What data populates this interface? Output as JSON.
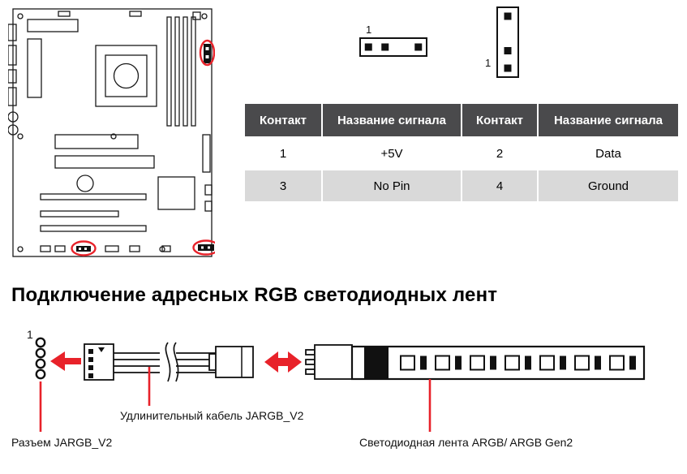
{
  "page": {
    "heading": "Подключение адресных RGB светодиодных лент"
  },
  "pin_headers": {
    "horizontal_pin1": "1",
    "vertical_pin1": "1"
  },
  "pin_table": {
    "headers": [
      "Контакт",
      "Название сигнала",
      "Контакт",
      "Название сигнала"
    ],
    "rows": [
      [
        "1",
        "+5V",
        "2",
        "Data"
      ],
      [
        "3",
        "No Pin",
        "4",
        "Ground"
      ]
    ]
  },
  "diagram": {
    "pin1": "1",
    "connector_label": "Разъем JARGB_V2",
    "cable_label": "Удлинительный кабель JARGB_V2",
    "strip_label": "Светодиодная лента ARGB/ ARGB Gen2"
  },
  "colors": {
    "accent_red": "#E8222A",
    "table_header_bg": "#4A4A4C",
    "table_alt_row_bg": "#D9D9D9"
  }
}
